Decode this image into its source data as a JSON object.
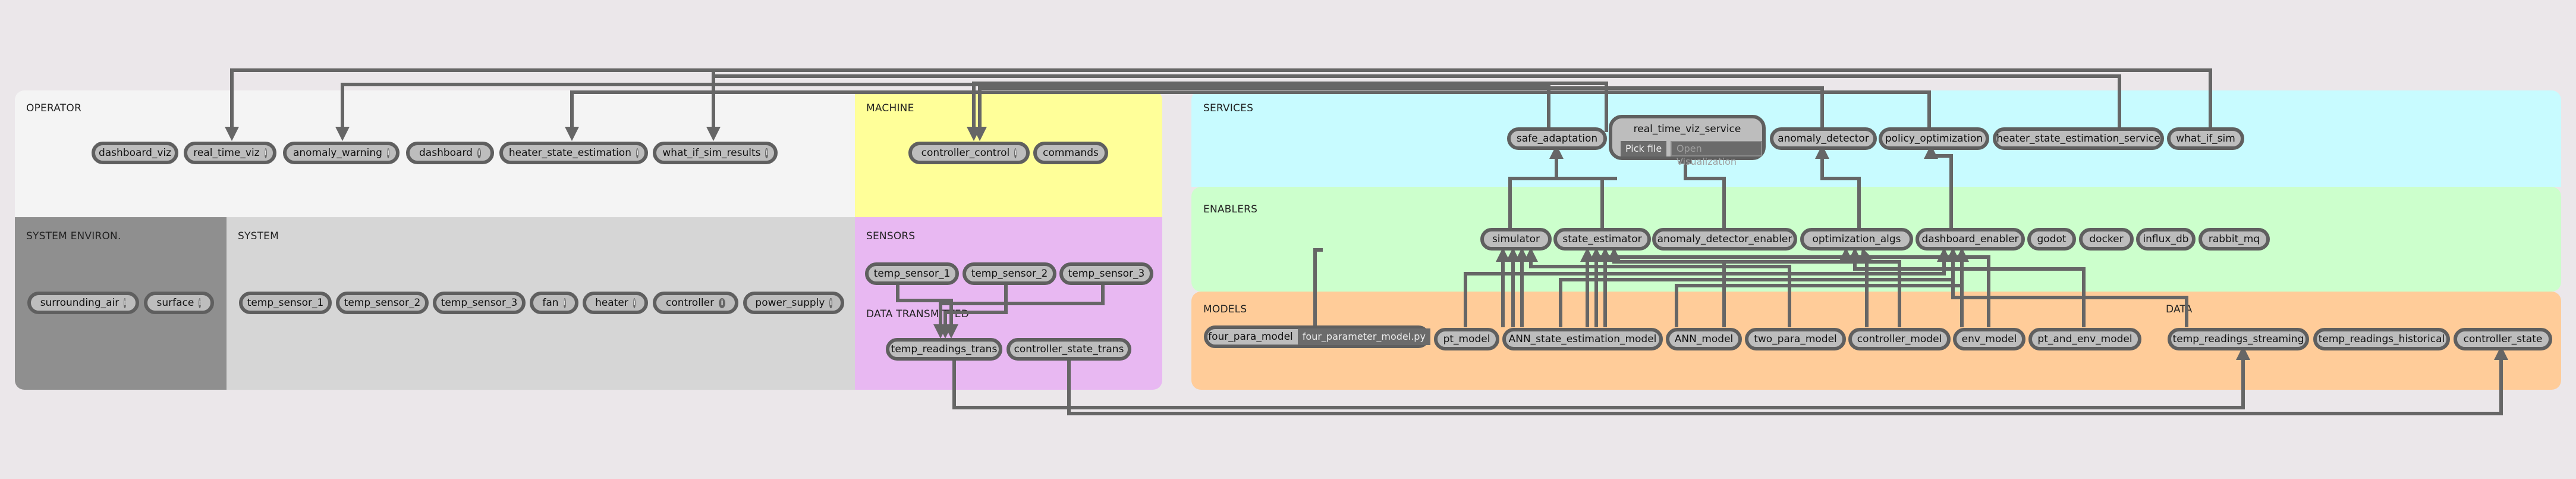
{
  "operator": {
    "title": "OPERATOR",
    "nodes": [
      "dashboard_viz",
      "real_time_viz",
      "anomaly_warning",
      "dashboard",
      "heater_state_estimation",
      "what_if_sim_results"
    ]
  },
  "machine": {
    "title": "MACHINE",
    "nodes": [
      "controller_control",
      "commands"
    ]
  },
  "system_env": {
    "title": "SYSTEM ENVIRON.",
    "nodes": [
      "surrounding_air",
      "surface"
    ]
  },
  "system": {
    "title": "SYSTEM",
    "nodes": [
      "temp_sensor_1",
      "temp_sensor_2",
      "temp_sensor_3",
      "fan",
      "heater",
      "controller",
      "power_supply"
    ]
  },
  "sensors": {
    "title": "SENSORS",
    "nodes": [
      "temp_sensor_1",
      "temp_sensor_2",
      "temp_sensor_3"
    ]
  },
  "data_transmitted": {
    "title": "DATA TRANSMITTED",
    "nodes": [
      "temp_readings_trans",
      "controller_state_trans"
    ]
  },
  "services": {
    "title": "SERVICES",
    "nodes": [
      "safe_adaptation",
      "anomaly_detector",
      "policy_optimization",
      "heater_state_estimation_service",
      "what_if_sim"
    ],
    "rtv": {
      "title": "real_time_viz_service",
      "pick": "Pick file",
      "open": "Open Visualization"
    }
  },
  "enablers": {
    "title": "ENABLERS",
    "nodes": [
      "simulator",
      "state_estimator",
      "anomaly_detector_enabler",
      "optimization_algs",
      "dashboard_enabler",
      "godot",
      "docker",
      "influx_db",
      "rabbit_mq"
    ]
  },
  "models": {
    "title": "MODELS",
    "four": {
      "label": "four_para_model",
      "file": "four_parameter_model.py"
    },
    "nodes": [
      "pt_model",
      "ANN_state_estimation_model",
      "ANN_model",
      "two_para_model",
      "controller_model",
      "env_model",
      "pt_and_env_model"
    ]
  },
  "data": {
    "title": "DATA",
    "nodes": [
      "temp_readings_streaming",
      "temp_readings_historical",
      "controller_state"
    ]
  },
  "info_glyph": "i",
  "colors": {
    "operator": "#f4f4f4",
    "machine": "#ffff99",
    "system_env": "#8f8f8f",
    "system": "#d6d6d6",
    "sensors": "#e8b8f2",
    "services": "#c8fbff",
    "enablers": "#ccffcc",
    "models": "#ffcc99",
    "node_fill": "#bdbdbd",
    "node_border": "#5f5f5f",
    "wire": "#666666"
  }
}
